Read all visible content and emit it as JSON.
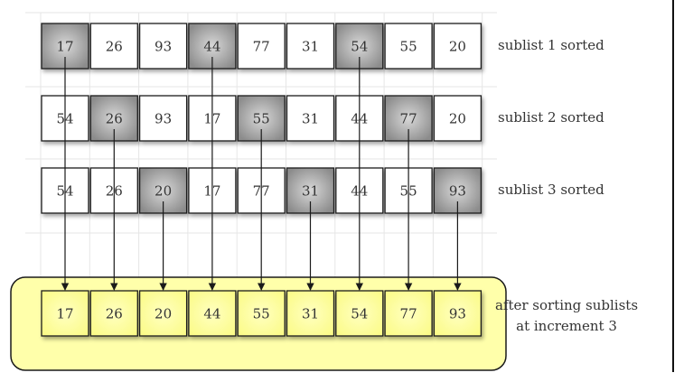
{
  "rows": [
    {
      "id": "sublist-1",
      "label": "sublist 1 sorted",
      "values": [
        "17",
        "26",
        "93",
        "44",
        "77",
        "31",
        "54",
        "55",
        "20"
      ],
      "highlighted": [
        0,
        3,
        6
      ]
    },
    {
      "id": "sublist-2",
      "label": "sublist 2 sorted",
      "values": [
        "54",
        "26",
        "93",
        "17",
        "55",
        "31",
        "44",
        "77",
        "20"
      ],
      "highlighted": [
        1,
        4,
        7
      ]
    },
    {
      "id": "sublist-3",
      "label": "sublist 3 sorted",
      "values": [
        "54",
        "26",
        "20",
        "17",
        "77",
        "31",
        "44",
        "55",
        "93"
      ],
      "highlighted": [
        2,
        5,
        8
      ]
    }
  ],
  "result": {
    "label_line1": "after sorting sublists",
    "label_line2": "at increment 3",
    "values": [
      "17",
      "26",
      "20",
      "44",
      "55",
      "31",
      "54",
      "77",
      "93"
    ]
  },
  "arrow_source_rows": [
    0,
    1,
    2,
    0,
    1,
    2,
    0,
    1,
    2
  ],
  "colors": {
    "cell_fill": "#ffffff",
    "cell_highlight": "#9a9a9a",
    "cell_border": "#1a1a1a",
    "text": "#333333",
    "result_panel": "#ffffaa",
    "result_cell": "#ffff99",
    "arrow": "#1a1a1a",
    "grid": "#e6e6e6"
  }
}
